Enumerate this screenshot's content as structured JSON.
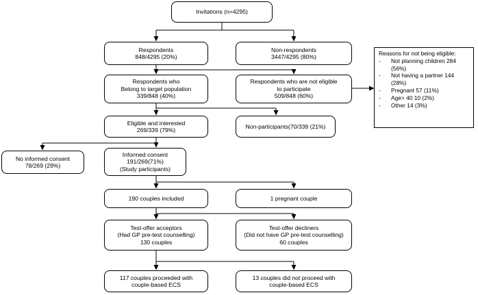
{
  "boxes": {
    "invitations": {
      "lines": [
        "Invitations (n=4295)"
      ]
    },
    "respondents": {
      "lines": [
        "Respondents",
        "848/4295 (20%)"
      ]
    },
    "non_respondents": {
      "lines": [
        "Non-respondents",
        "3447/4295 (80%)"
      ]
    },
    "target_population": {
      "lines": [
        "Respondents who",
        "Belong to target population",
        "339/848 (40%)"
      ]
    },
    "not_eligible": {
      "lines": [
        "Respondents who are not eligible",
        "to participate",
        "509/848 (60%)"
      ]
    },
    "eligible_interested": {
      "lines": [
        "Eligible and interested",
        "269/339 (79%)"
      ]
    },
    "non_participants": {
      "lines": [
        "Non-participants(70/339 (21%)"
      ]
    },
    "no_consent": {
      "lines": [
        "No informed consent",
        "78/269 (29%)"
      ]
    },
    "informed_consent": {
      "lines": [
        "Informed consent",
        "191/269(71%)",
        "(Study participants)"
      ]
    },
    "couples_included": {
      "lines": [
        "190 couples included"
      ]
    },
    "pregnant_couple": {
      "lines": [
        "1 pregnant couple"
      ]
    },
    "test_offer_acceptors": {
      "lines": [
        "Test-offer acceptors",
        "(Had GP pre-test counselling)",
        "130  couples"
      ]
    },
    "test_offer_decliners": {
      "lines": [
        "Test-offer decliners",
        "(Did not have GP pre-test counselling)",
        "60 couples"
      ]
    },
    "proceeded_ecs": {
      "lines": [
        "117 couples proceeded with",
        "couple-based ECS"
      ]
    },
    "not_proceeded_ecs": {
      "lines": [
        "13 couples did not proceed with",
        "couple-based ECS"
      ]
    }
  },
  "reasons": {
    "title": "Reasons for not being eligible:",
    "items": [
      "Not planning children 284 (56%)",
      "Not having a partner 144 (28%)",
      "Pregnant 57 (11%)",
      "Age> 40 10 (2%)",
      "Other 14 (3%)"
    ]
  }
}
